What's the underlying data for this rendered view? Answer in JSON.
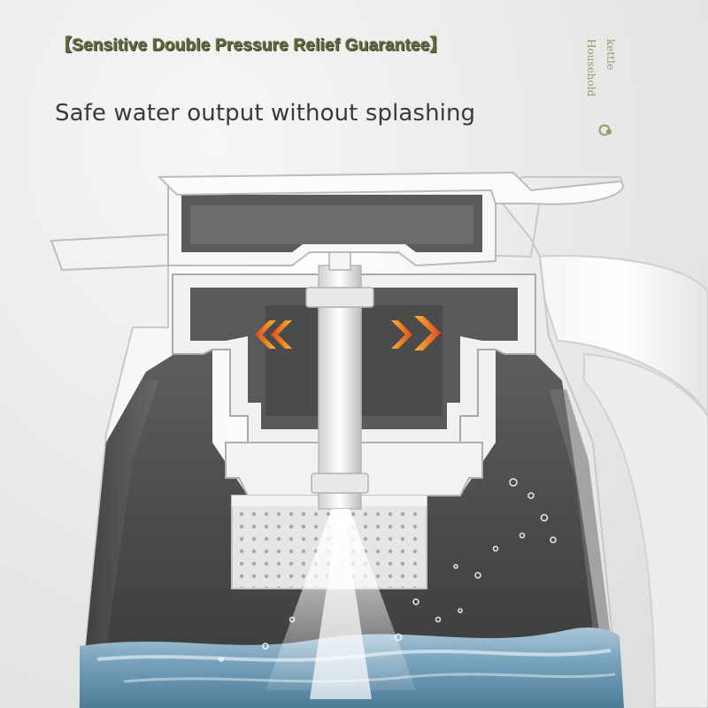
{
  "headline": "【Sensitive Double Pressure Relief Guarantee】",
  "subheadline": "Safe water output without splashing",
  "side_label": {
    "line1": "Household",
    "line2": "kettle"
  },
  "icons": {
    "brand": "leaf-dot-icon",
    "relief_arrow_left": "double-chevron-left-icon",
    "relief_arrow_right": "double-chevron-right-icon"
  },
  "colors": {
    "headline_green": "#5c6b3e",
    "label_green": "#8aa06a",
    "arrow_orange": "#f39a1e",
    "arrow_red": "#e2451c",
    "water_blue": "#7aa3bd"
  }
}
